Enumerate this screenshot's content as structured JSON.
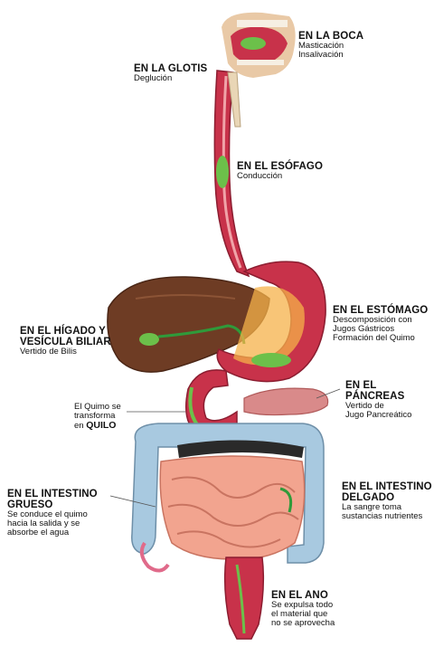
{
  "labels": {
    "boca": {
      "title": "EN LA BOCA",
      "lines": [
        "Masticación",
        "Insalivación"
      ]
    },
    "glotis": {
      "title": "EN LA GLOTIS",
      "lines": [
        "Deglución"
      ]
    },
    "esofago": {
      "title": "EN EL ESÓFAGO",
      "lines": [
        "Conducción"
      ]
    },
    "estomago": {
      "title": "EN EL ESTÓMAGO",
      "lines": [
        "Descomposición con",
        "Jugos Gástricos",
        "Formación del Quimo"
      ]
    },
    "higado": {
      "title_lines": [
        "EN EL HÍGADO Y",
        "VESÍCULA BILIAR"
      ],
      "lines": [
        "Vertido de Bilis"
      ]
    },
    "pancreas": {
      "title": "EN EL PÁNCREAS",
      "lines": [
        "Vertido de",
        "Jugo Pancreático"
      ]
    },
    "quilo": {
      "lines": [
        "El Quimo se",
        "transforma"
      ],
      "last_prefix": "en",
      "last_bold": "QUILO"
    },
    "grueso": {
      "title_lines": [
        "EN EL INTESTINO",
        "GRUESO"
      ],
      "lines": [
        "Se conduce el quimo",
        "hacia la salida y se",
        "absorbe el agua"
      ]
    },
    "delgado": {
      "title_lines": [
        "EN EL INTESTINO",
        "DELGADO"
      ],
      "lines": [
        "La sangre toma",
        "sustancias nutrientes"
      ]
    },
    "ano": {
      "title": "EN EL ANO",
      "lines": [
        "Se expulsa todo",
        "el material que",
        "no se aprovecha"
      ]
    }
  },
  "colors": {
    "digestive_wall": "#c8324a",
    "digestive_inner": "#f0a3a8",
    "liver": "#6e3c24",
    "green_bolus": "#6cc04a",
    "small_intestine": "#f2a48f",
    "large_intestine": "#a8c9e0"
  }
}
